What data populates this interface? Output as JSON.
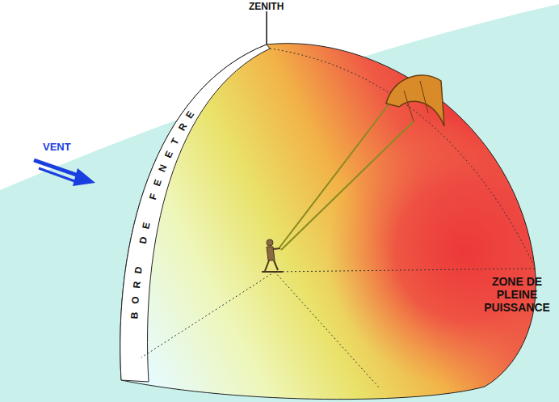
{
  "diagram": {
    "labels": [
      "ZENITH",
      "VENT",
      "BORD DE FENETRE",
      "ZONE DE PLEINE PUISSANCE"
    ]
  }
}
